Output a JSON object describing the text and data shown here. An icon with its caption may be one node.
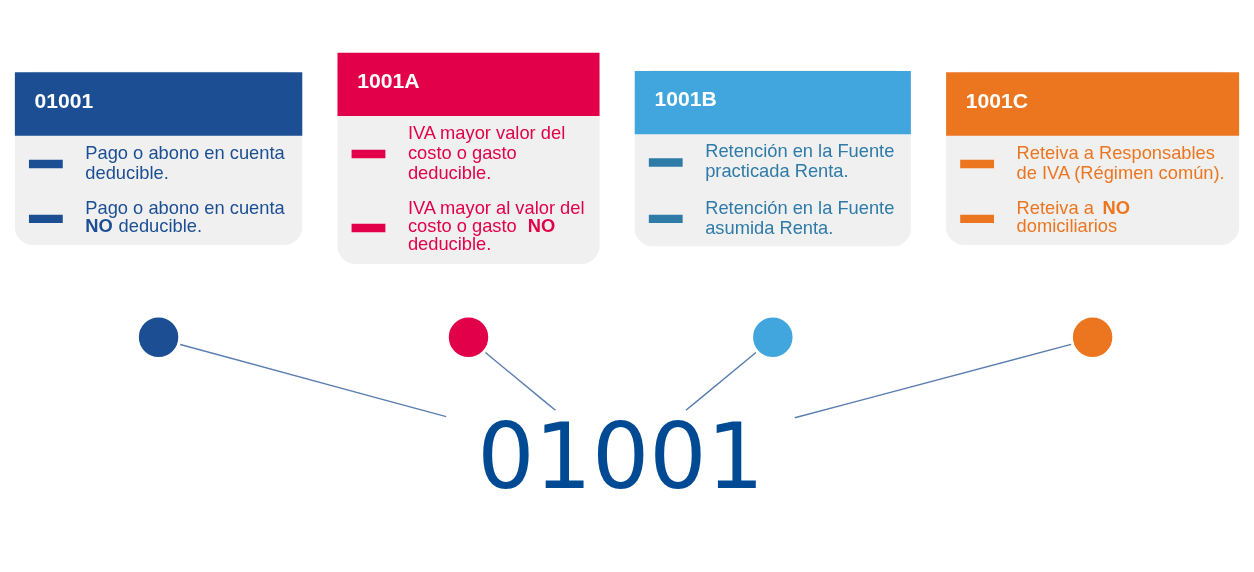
{
  "diagram": {
    "nodes": [
      {
        "text": [
          "01001",
          "Pago o abono en cuenta deducible.",
          "Pago o abono en cuenta **NO** deducible."
        ]
      },
      {
        "text": [
          "1001A",
          "IVA mayor valor del costo o gasto deducible.",
          "IVA mayor al valor del costo o gasto **NO** deducible."
        ]
      },
      {
        "text": [
          "1001B",
          "Retención en la Fuente practicada Renta.",
          "Retención en la Fuente asumida Renta."
        ]
      },
      {
        "text": [
          "1001C",
          "Reteiva a Responsables de IVA (Régimen común).",
          "Reteiva a **NO** domiciliarios"
        ]
      },
      {
        "text": [],
        "shape": "circle"
      },
      {
        "text": [],
        "shape": "circle"
      },
      {
        "text": [],
        "shape": "circle"
      },
      {
        "text": [],
        "shape": "circle"
      },
      {
        "text": [
          "01001"
        ]
      }
    ],
    "edges": [
      {
        "from": 4,
        "to": 8,
        "arrow": "none"
      },
      {
        "from": 5,
        "to": 8,
        "arrow": "none"
      },
      {
        "from": 6,
        "to": 8,
        "arrow": "none"
      },
      {
        "from": 7,
        "to": 8,
        "arrow": "none"
      }
    ]
  }
}
